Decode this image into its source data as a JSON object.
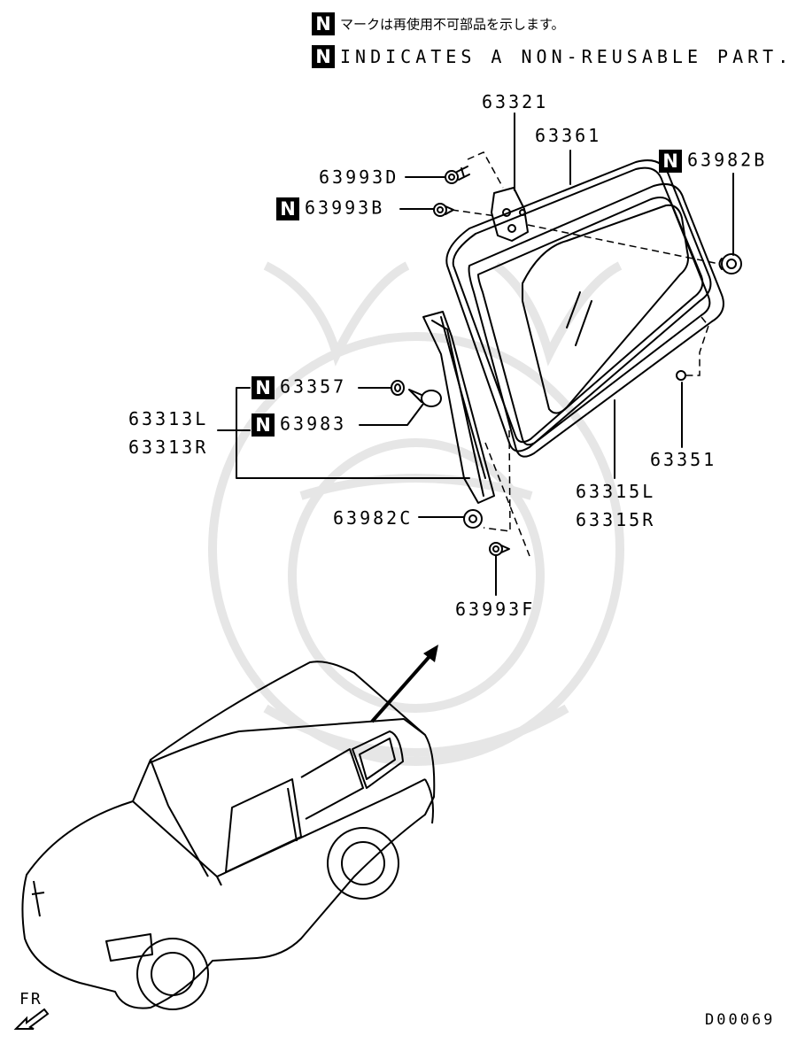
{
  "legend": {
    "symbol": "N",
    "jp_text": "マークは再使用不可部品を示します。",
    "en_text": "INDICATES A NON-REUSABLE PART."
  },
  "parts": [
    {
      "id": "63321",
      "text": "63321",
      "non_reusable": false
    },
    {
      "id": "63361",
      "text": "63361",
      "non_reusable": false
    },
    {
      "id": "63982B",
      "text": "63982B",
      "non_reusable": true
    },
    {
      "id": "63993D",
      "text": "63993D",
      "non_reusable": false
    },
    {
      "id": "63993B",
      "text": "63993B",
      "non_reusable": true
    },
    {
      "id": "63357",
      "text": "63357",
      "non_reusable": true
    },
    {
      "id": "63983",
      "text": "63983",
      "non_reusable": true
    },
    {
      "id": "63313L",
      "text": "63313L",
      "non_reusable": false
    },
    {
      "id": "63313R",
      "text": "63313R",
      "non_reusable": false
    },
    {
      "id": "63351",
      "text": "63351",
      "non_reusable": false
    },
    {
      "id": "63315L",
      "text": "63315L",
      "non_reusable": false
    },
    {
      "id": "63315R",
      "text": "63315R",
      "non_reusable": false
    },
    {
      "id": "63982C",
      "text": "63982C",
      "non_reusable": false
    },
    {
      "id": "63993F",
      "text": "63993F",
      "non_reusable": false
    }
  ],
  "direction_label": "FR",
  "diagram_code": "D00069",
  "colors": {
    "ink": "#000000",
    "paper": "#ffffff",
    "watermark": "#e6e6e6"
  }
}
